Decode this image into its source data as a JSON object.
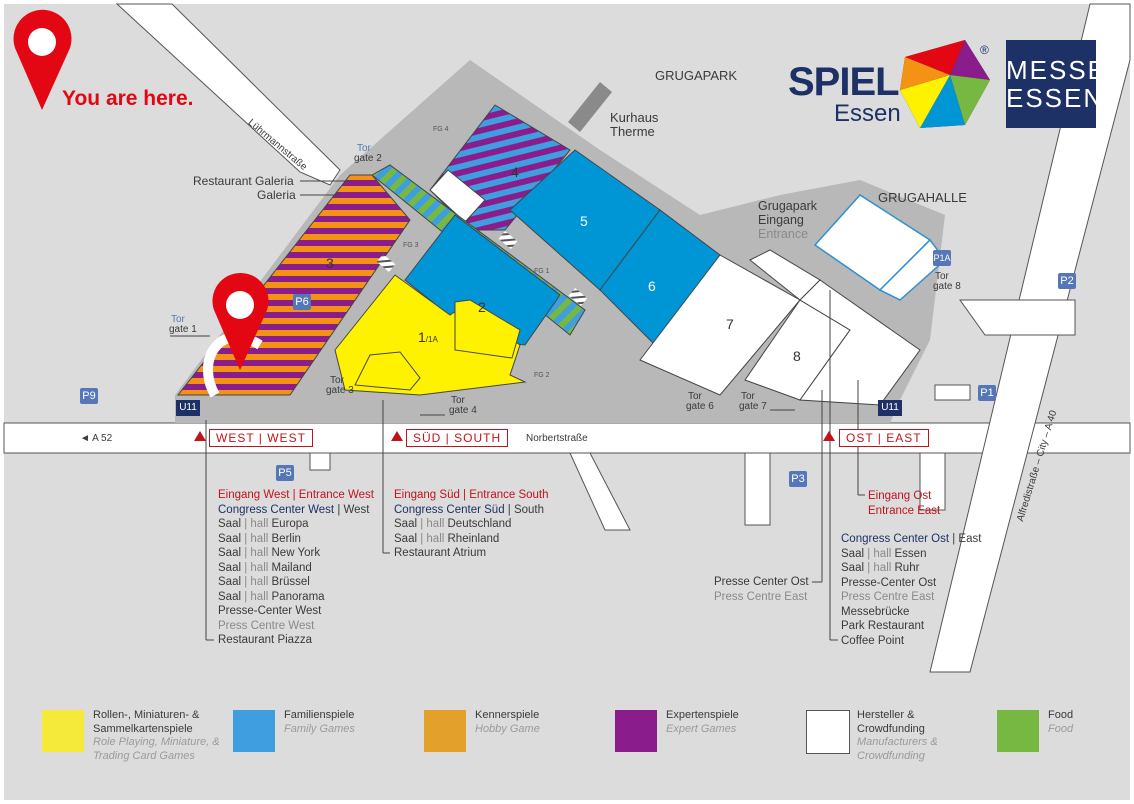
{
  "title_you_are_here": "You are here.",
  "areas": {
    "grugapark": "GRUGAPARK",
    "kurhaus": "Kurhaus",
    "therme": "Therme",
    "grugahalle": "GRUGAHALLE",
    "grugapark_eingang_1": "Grugapark",
    "grugapark_eingang_2": "Eingang",
    "grugapark_entrance": "Entrance"
  },
  "streets": {
    "luehrmann": "Lührmannstraße",
    "norbert": "Norbertstraße",
    "alfred": "Alfredistraße – City – A 40",
    "a52": "◄ A 52"
  },
  "restaurant_galeria": "Restaurant Galeria",
  "galeria": "Galeria",
  "gates": {
    "g2a": "Tor",
    "g2b": "gate 2",
    "g1a": "Tor",
    "g1b": "gate 1",
    "g3a": "Tor",
    "g3b": "gate 3",
    "g4a": "Tor",
    "g4b": "gate 4",
    "g6a": "Tor",
    "g6b": "gate 6",
    "g7a": "Tor",
    "g7b": "gate 7",
    "g8a": "Tor",
    "g8b": "gate 8"
  },
  "foyers": {
    "fg4": "FG 4",
    "fg3": "FG 3",
    "fg1": "FG 1",
    "fg2": "FG 2"
  },
  "halls": {
    "h1": "1",
    "h1a": "/1A",
    "h2": "2",
    "h3": "3",
    "h4": "4",
    "h5": "5",
    "h6": "6",
    "h7": "7",
    "h8": "8"
  },
  "parking": {
    "p1": "P1",
    "p1a": "P1A",
    "p2": "P2",
    "p3": "P3",
    "p5": "P5",
    "p6": "P6",
    "p9": "P9"
  },
  "ubahn": {
    "west": "U11",
    "east": "U11"
  },
  "entrances": {
    "west": "WEST | WEST",
    "south": "SÜD | SOUTH",
    "east": "OST | EAST"
  },
  "west_list": {
    "l1": "Eingang West | Entrance West",
    "l2a": "Congress Center West",
    "l2b": " | West",
    "l3a": "Saal ",
    "l3b": "| hall ",
    "l3c": "Europa",
    "l4a": "Saal ",
    "l4b": "| hall ",
    "l4c": "Berlin",
    "l5a": "Saal ",
    "l5b": "| hall ",
    "l5c": "New York",
    "l6a": "Saal ",
    "l6b": "| hall ",
    "l6c": "Mailand",
    "l7a": "Saal ",
    "l7b": "| hall ",
    "l7c": "Brüssel",
    "l8a": "Saal ",
    "l8b": "| hall ",
    "l8c": "Panorama",
    "l9": "Presse-Center West",
    "l10": "Press Centre West",
    "l11": "Restaurant Piazza"
  },
  "south_list": {
    "l1": "Eingang Süd | Entrance South",
    "l2a": "Congress Center Süd",
    "l2b": " | South",
    "l3a": "Saal ",
    "l3b": "| hall ",
    "l3c": "Deutschland",
    "l4a": "Saal ",
    "l4b": "| hall ",
    "l4c": "Rheinland",
    "l5": "Restaurant Atrium"
  },
  "east_list": {
    "eingang1": "Eingang Ost",
    "eingang2": "Entrance East",
    "l2a": "Congress Center Ost",
    "l2b": " | East",
    "l3a": "Saal ",
    "l3b": "| hall ",
    "l3c": "Essen",
    "l4a": "Saal ",
    "l4b": "| hall ",
    "l4c": "Ruhr",
    "l5": "Presse-Center Ost",
    "l6": "Press Centre East",
    "l7": "Messebrücke",
    "l8": "Park Restaurant",
    "l9": "Coffee Point",
    "side1": "Presse Center Ost",
    "side2": "Press Centre East"
  },
  "logo": {
    "spiel": "SPIEL",
    "essen": "Essen",
    "reg": "®",
    "messe1": "MESSE",
    "messe2": "ESSEN"
  },
  "legend": [
    {
      "de1": "Rollen-, Miniaturen- &",
      "de2": "Sammelkartenspiele",
      "en1": "Role Playing, Miniature, &",
      "en2": "Trading Card Games",
      "color": "#f5e93a"
    },
    {
      "de1": "Familienspiele",
      "de2": "",
      "en1": "Family Games",
      "en2": "",
      "color": "#3e9ee0"
    },
    {
      "de1": "Kennerspiele",
      "de2": "",
      "en1": "Hobby Game",
      "en2": "",
      "color": "#e3a02a"
    },
    {
      "de1": "Expertenspiele",
      "de2": "",
      "en1": "Expert Games",
      "en2": "",
      "color": "#8a1c8c"
    },
    {
      "de1": "Hersteller &",
      "de2": "Crowdfunding",
      "en1": "Manufacturers &",
      "en2": "Crowdfunding",
      "color": "#ffffff"
    },
    {
      "de1": "Food",
      "de2": "",
      "en1": "Food",
      "en2": "",
      "color": "#77b842"
    }
  ],
  "colors": {
    "background": "#dcdcdc",
    "site": "#b8b8b8",
    "role_playing": "#fff200",
    "family": "#0096d6",
    "hobby": "#f39214",
    "expert": "#8a1c8c",
    "manufacturers": "#ffffff",
    "food": "#77b842",
    "accent_red": "#e30613",
    "navy": "#1d3166"
  }
}
